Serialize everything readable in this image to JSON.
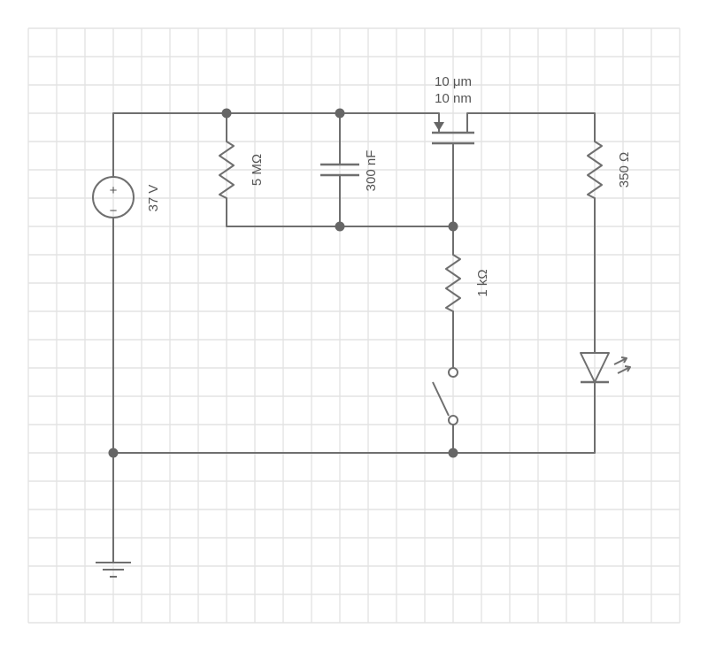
{
  "components": {
    "battery": {
      "label": "37 V",
      "plus": "+",
      "minus": "−"
    },
    "resistor_r1": {
      "label": "5 MΩ"
    },
    "capacitor_c1": {
      "label": "300 nF"
    },
    "mosfet": {
      "width_label": "10 μm",
      "length_label": "10 nm"
    },
    "resistor_r2": {
      "label": "350 Ω"
    },
    "resistor_r3": {
      "label": "1 kΩ"
    },
    "switch": {
      "state": "open"
    },
    "led": {
      "type": "light-emitting diode"
    },
    "ground": {
      "type": "ground"
    }
  },
  "colors": {
    "wire": "#6f6f6f",
    "grid": "#e3e3e3",
    "node": "#666666",
    "background": "#ffffff"
  }
}
